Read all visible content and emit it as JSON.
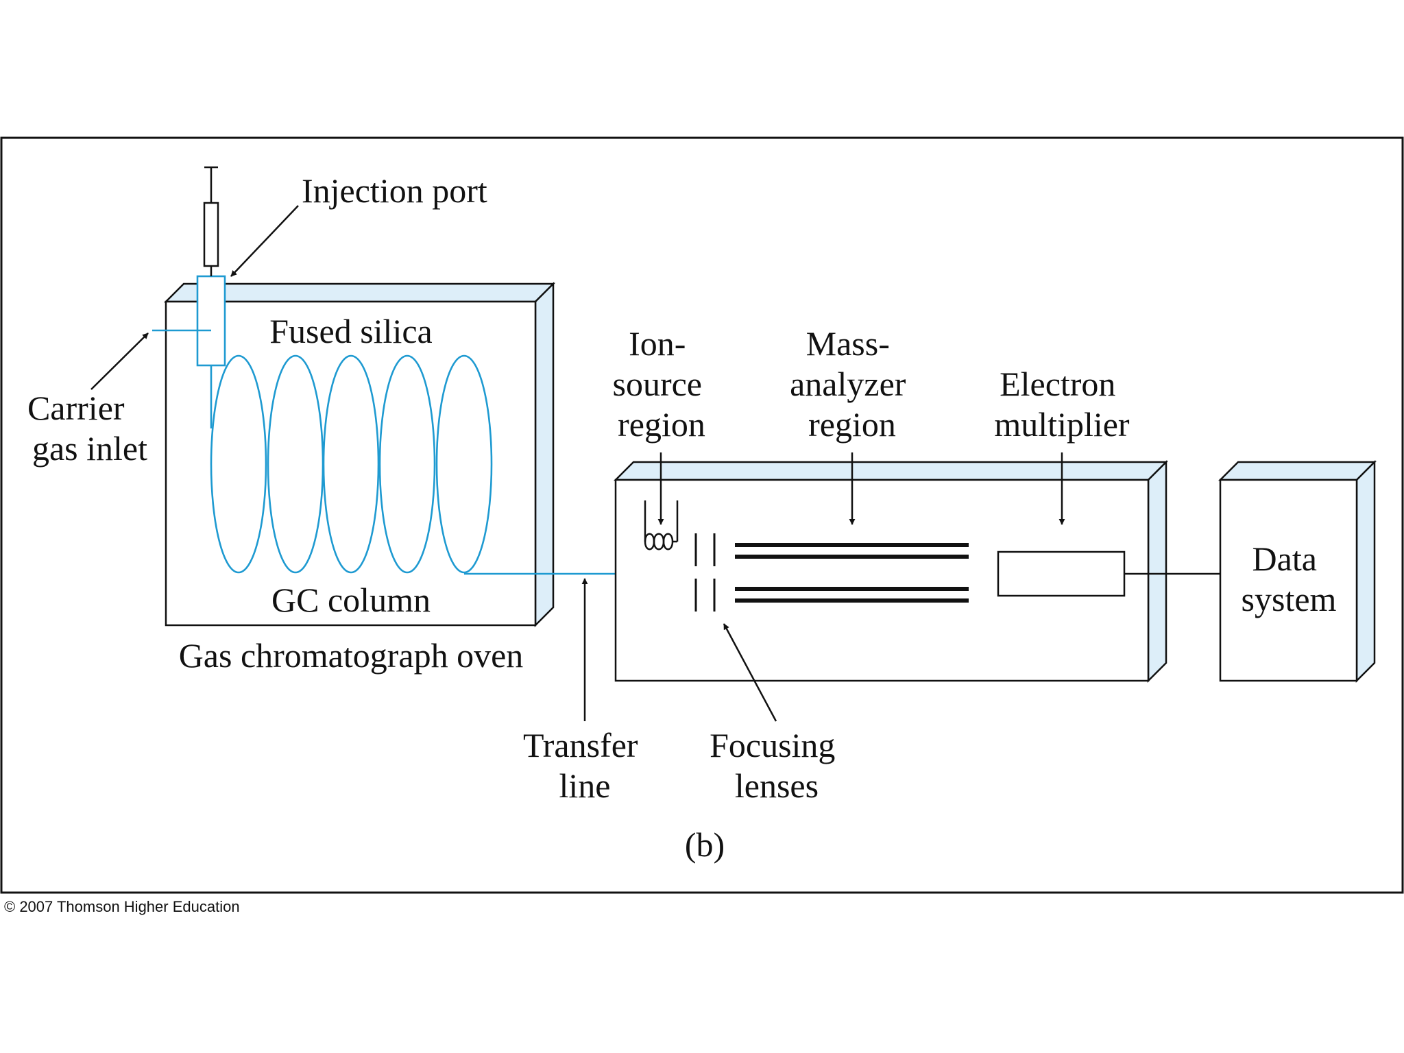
{
  "labels": {
    "injection_port": "Injection port",
    "fused_silica": "Fused silica",
    "carrier_gas_inlet": [
      "Carrier",
      "gas inlet"
    ],
    "gc_column": "GC column",
    "gc_oven": "Gas chromatograph oven",
    "ion_source_region": [
      "Ion-",
      "source",
      "region"
    ],
    "mass_analyzer_region": [
      "Mass-",
      "analyzer",
      "region"
    ],
    "electron_multiplier": [
      "Electron",
      "multiplier"
    ],
    "data_system": [
      "Data",
      "system"
    ],
    "transfer_line": [
      "Transfer",
      "line"
    ],
    "focusing_lenses": [
      "Focusing",
      "lenses"
    ],
    "panel_label": "(b)"
  },
  "copyright": "© 2007 Thomson Higher Education",
  "colors": {
    "column_line": "#1e9ad1",
    "box_side_fill": "#ddeef9",
    "outline": "#111111",
    "background": "#ffffff"
  }
}
